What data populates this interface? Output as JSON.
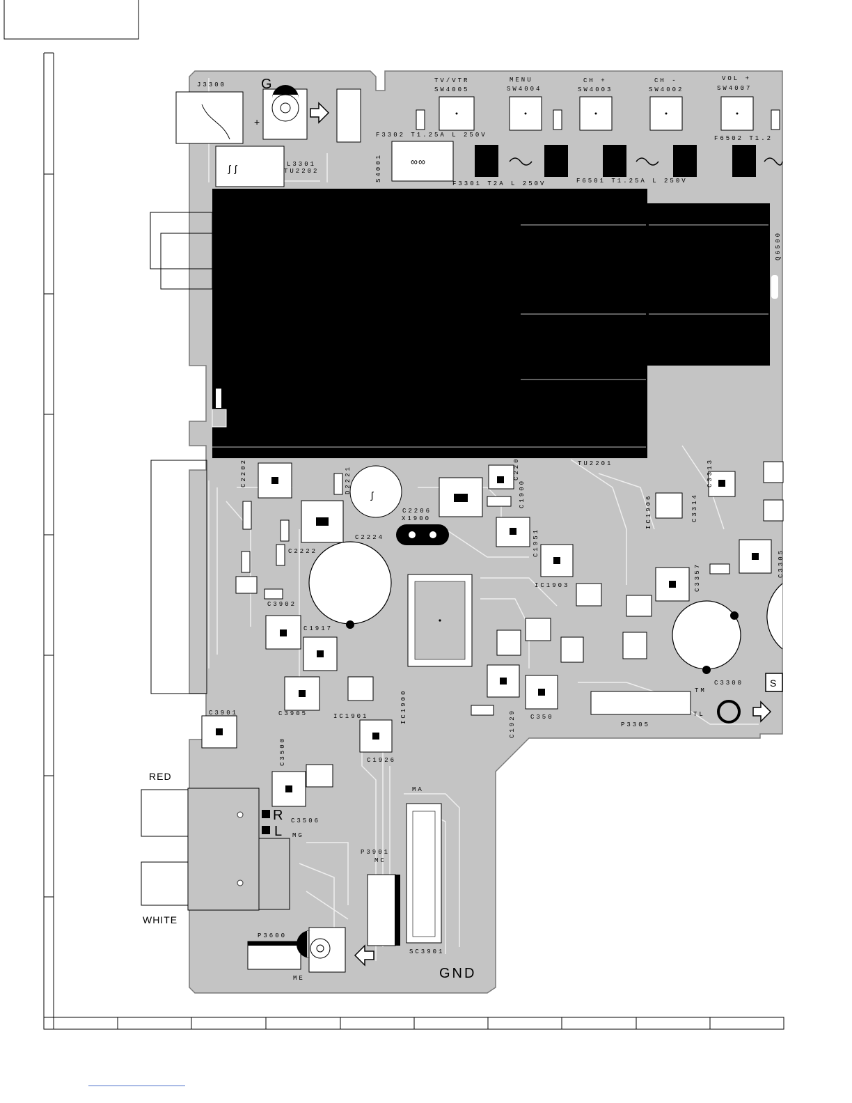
{
  "switches": [
    {
      "top": "TV/VTR",
      "bottom": "SW4005"
    },
    {
      "top": "MENU",
      "bottom": "SW4004"
    },
    {
      "top": "CH +",
      "bottom": "SW4003"
    },
    {
      "top": "CH -",
      "bottom": "SW4002"
    },
    {
      "top": "VOL +",
      "bottom": "SW4007"
    }
  ],
  "fuse_labels": {
    "f3302": "F3302  T1.25A  L  250V",
    "f3301": "F3301  T2A  L  250V",
    "f6501": "F6501  T1.25A  L  250V",
    "f6502": "F6502  T1.2"
  },
  "top_left": {
    "j3300": "J3300",
    "g_mark": "G",
    "l3301": "L3301",
    "tu2202": "TU2202",
    "s4001": "S4001"
  },
  "right_labels": {
    "q6500": "Q6500",
    "tu2201": "TU2201",
    "c3313": "C3313",
    "c3314": "C3314",
    "c3305": "C3305",
    "c3357": "C3357",
    "c3300": "C3300",
    "ic1906": "IC1906",
    "p3305": "P3305",
    "tm": "TM",
    "tl": "TL",
    "s_box": "S"
  },
  "center_labels": {
    "c2202": "C2202",
    "c2206": "C2206",
    "x1900": "X1900",
    "c2224": "C2224",
    "c2222": "C2222",
    "c2209": "C2209",
    "c1900": "C1900",
    "c1951": "C1951",
    "ic1903": "IC1903",
    "c3902": "C3902",
    "c1917": "C1917",
    "c3901": "C3901",
    "c3905": "C3905",
    "ic1901": "IC1901",
    "ic1900": "IC1900",
    "c1929": "C1929",
    "c350": "C350",
    "c1926": "C1926",
    "c3500": "C3500",
    "c3506": "C3506",
    "d2221": "D2221"
  },
  "bottom_labels": {
    "red": "RED",
    "white": "WHITE",
    "r": "R",
    "l": "L",
    "mg": "MG",
    "ma": "MA",
    "mc": "MC",
    "me": "ME",
    "p3901": "P3901",
    "sc3901": "SC3901",
    "p3600": "P3600",
    "gnd": "GND"
  }
}
